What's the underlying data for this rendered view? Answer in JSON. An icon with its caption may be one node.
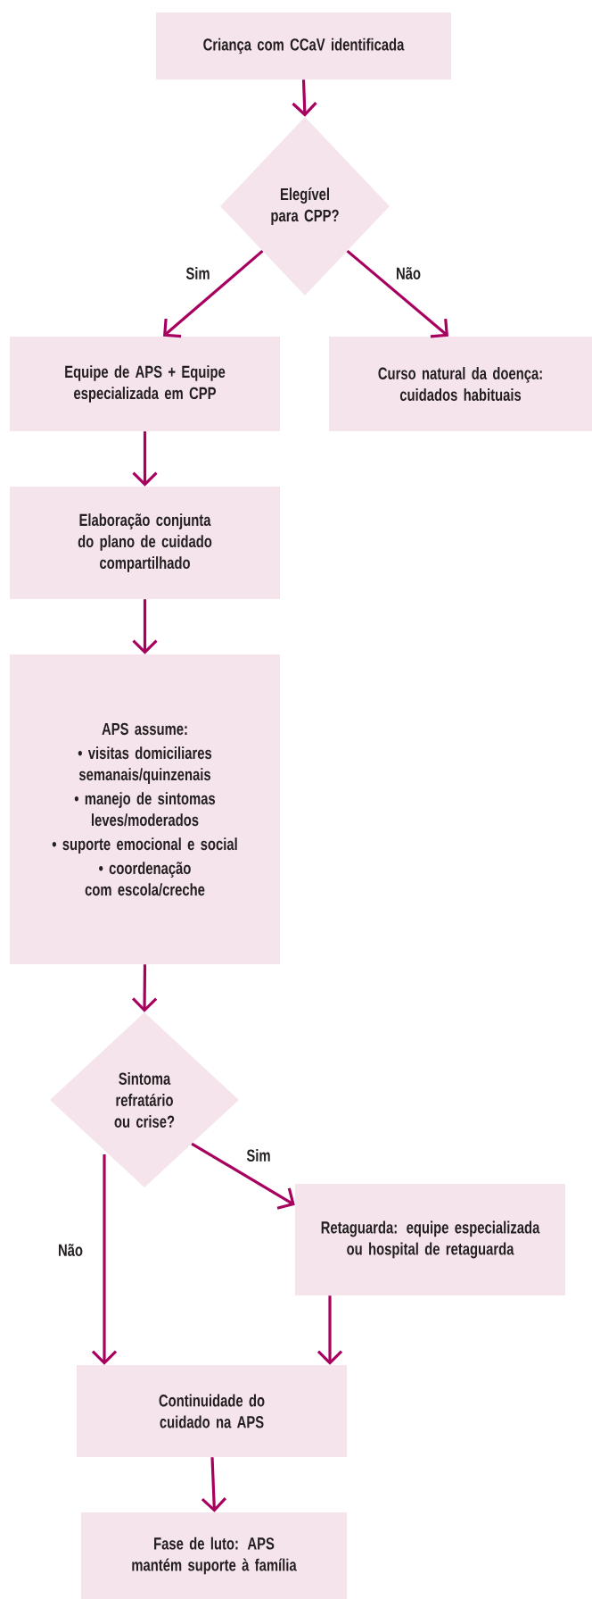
{
  "diagram": {
    "nodes": [
      {
        "text": [
          "Criança com CCaV identificada"
        ]
      },
      {
        "text": [
          "Elegível para CPP?"
        ]
      },
      {
        "text": [
          "Equipe de APS + Equipe especializada em CPP"
        ]
      },
      {
        "text": [
          "Curso natural da doença: cuidados habituais"
        ]
      },
      {
        "text": [
          "Elaboração conjunta do plano de cuidado compartilhado"
        ]
      },
      {
        "text": [
          "APS assume:",
          "• visitas domiciliares semanais/quinzenais",
          "• manejo de sintomas leves/moderados",
          "• suporte emocional e social",
          "• coordenação com escola/creche"
        ]
      },
      {
        "text": [
          "Sintoma refratário ou crise?"
        ]
      },
      {
        "text": [
          "Retaguarda: equipe especializada ou hospital de retaguarda"
        ]
      },
      {
        "text": [
          "Continuidade do cuidado na APS"
        ]
      },
      {
        "text": [
          "Fase de luto: APS mantém suporte à família"
        ]
      }
    ],
    "edges": [
      {
        "from": 0,
        "to": 1,
        "arrow": "to"
      },
      {
        "from": 1,
        "to": 2,
        "arrow": "to",
        "label": "Sim"
      },
      {
        "from": 1,
        "to": 3,
        "arrow": "to",
        "label": "Não"
      },
      {
        "from": 2,
        "to": 4,
        "arrow": "to"
      },
      {
        "from": 4,
        "to": 5,
        "arrow": "to"
      },
      {
        "from": 5,
        "to": 6,
        "arrow": "to"
      },
      {
        "from": 6,
        "to": 7,
        "arrow": "to",
        "label": "Sim"
      },
      {
        "from": 6,
        "to": 8,
        "arrow": "to",
        "label": "Não"
      },
      {
        "from": 7,
        "to": 8,
        "arrow": "to"
      },
      {
        "from": 8,
        "to": 9,
        "arrow": "to"
      }
    ]
  }
}
